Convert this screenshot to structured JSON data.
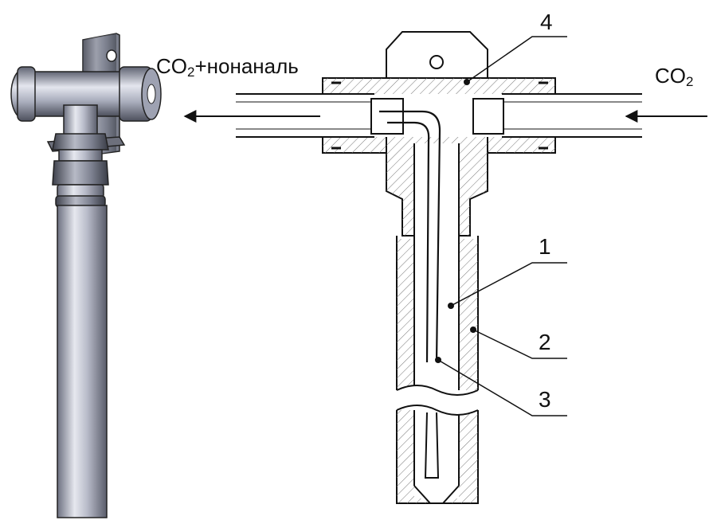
{
  "labels": {
    "outlet": {
      "co": "CO",
      "sub": "2",
      "rest": "+нонаналь"
    },
    "inlet": {
      "co": "CO",
      "sub": "2"
    },
    "part_1": "1",
    "part_2": "2",
    "part_3": "3",
    "part_4": "4"
  },
  "colors": {
    "line": "#111111",
    "metal_light": "#d8dae2",
    "metal_mid": "#9ea2b2",
    "metal_dark": "#4a4d5a",
    "background": "#ffffff"
  }
}
